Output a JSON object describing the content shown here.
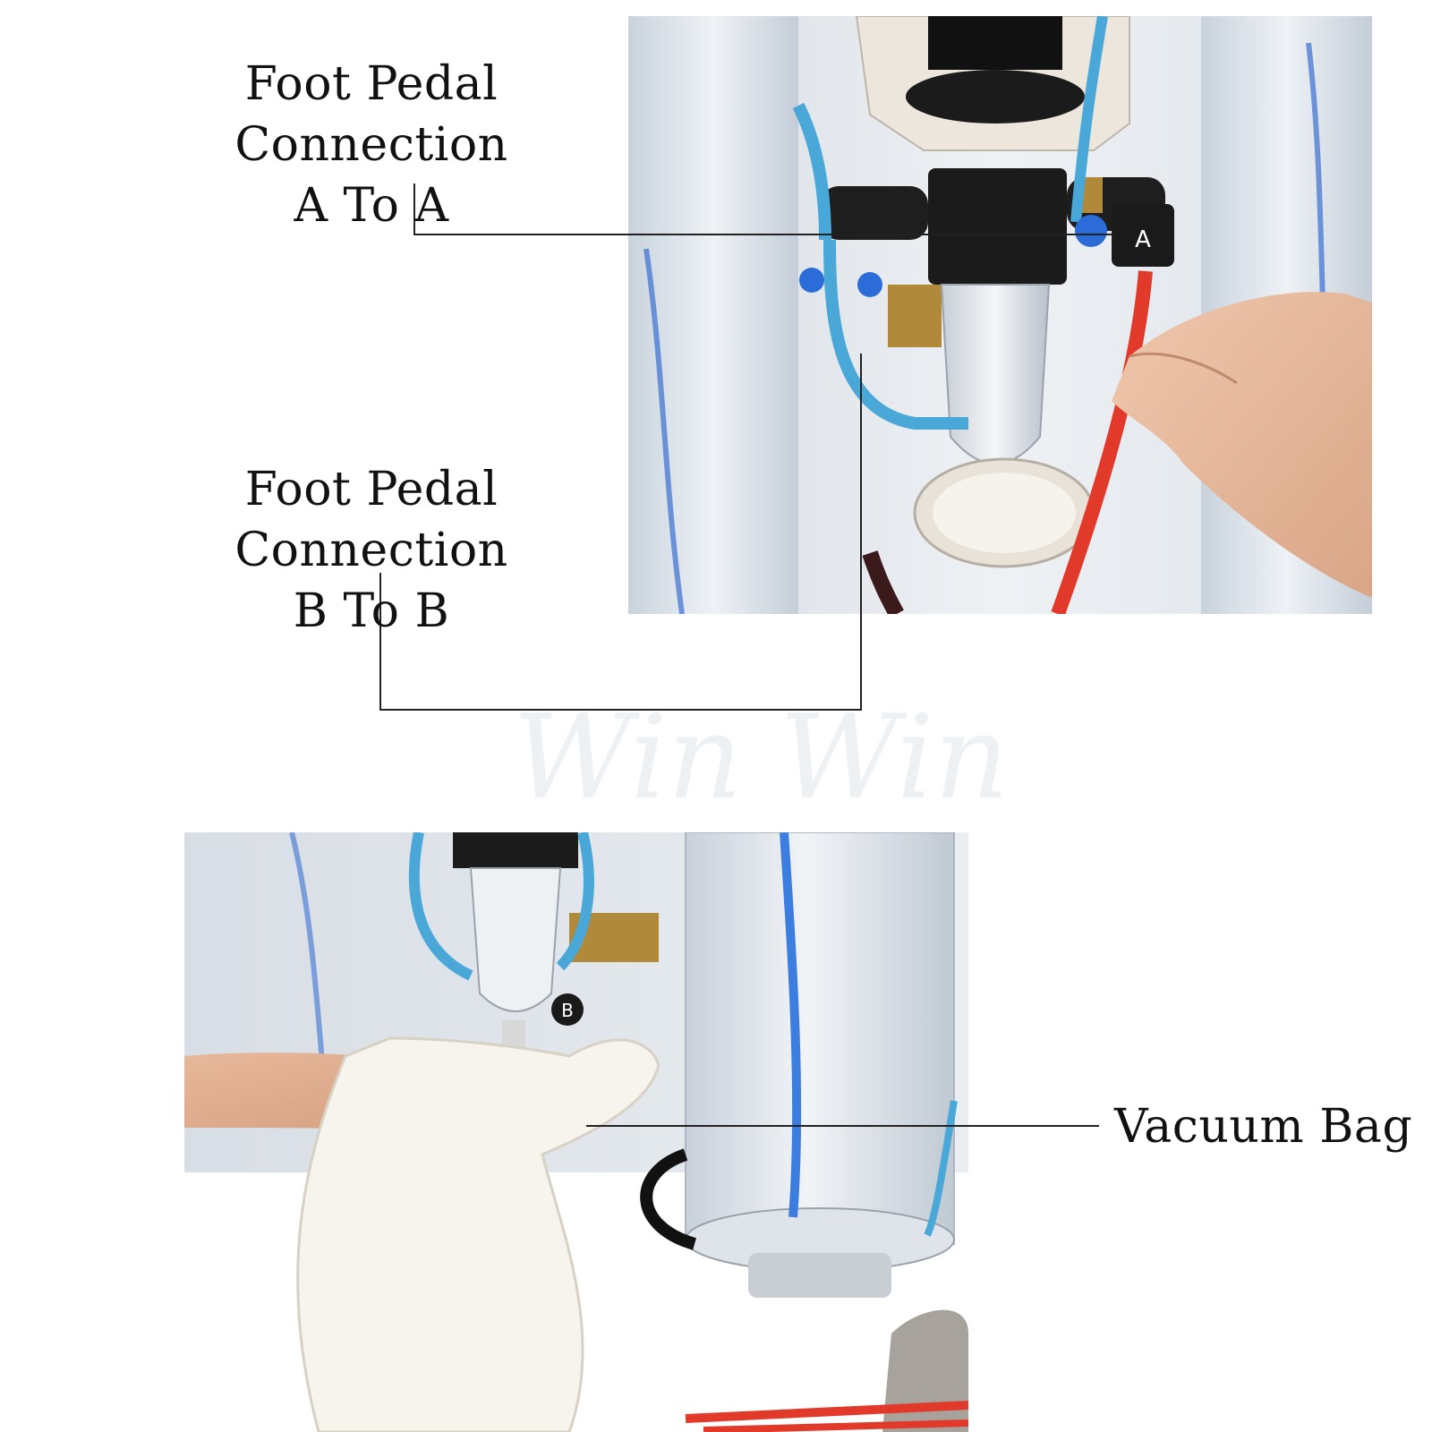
{
  "annotations": {
    "foot_pedal_a": {
      "line1": "Foot Pedal Connection",
      "line2": "A To A"
    },
    "foot_pedal_b": {
      "line1": "Foot Pedal Connection",
      "line2": "B To B"
    },
    "vacuum_bag": "Vacuum Bag"
  },
  "watermark": "Win Win",
  "fitting_labels": {
    "a": "A",
    "b": "B"
  },
  "colors": {
    "blue_tube": "#4aa8d8",
    "red_tube": "#e23a2a",
    "black_part": "#1b1b1b",
    "brass": "#b08a3a",
    "callout_line": "#222222"
  }
}
